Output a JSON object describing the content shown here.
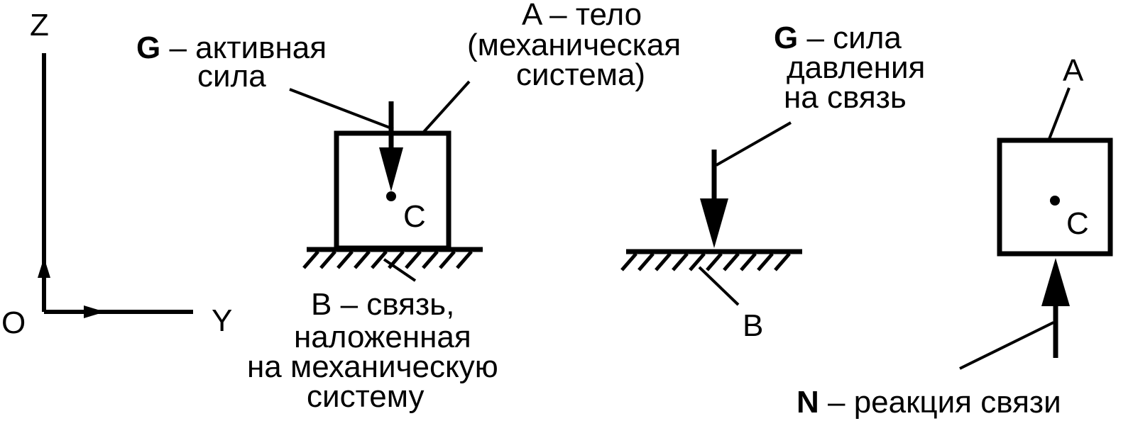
{
  "axes": {
    "z": "Z",
    "y": "Y",
    "origin": "O"
  },
  "left_figure": {
    "force_symbol": "G",
    "force_text_line1": " – активная",
    "force_text_line2": "сила",
    "body_line1": "A – тело",
    "body_line2": "(механическая",
    "body_line3": "система)",
    "centroid": "C",
    "constraint_line1": "B – связь,",
    "constraint_line2": "наложенная",
    "constraint_line3": "на механическую",
    "constraint_line4": "систему"
  },
  "middle_figure": {
    "force_symbol": "G",
    "force_text_line1": " – сила",
    "force_text_line2": "давления",
    "force_text_line3": "на связь",
    "constraint": "B"
  },
  "right_figure": {
    "body": "A",
    "centroid": "C",
    "reaction_symbol": "N",
    "reaction_text": " – реакция связи"
  }
}
